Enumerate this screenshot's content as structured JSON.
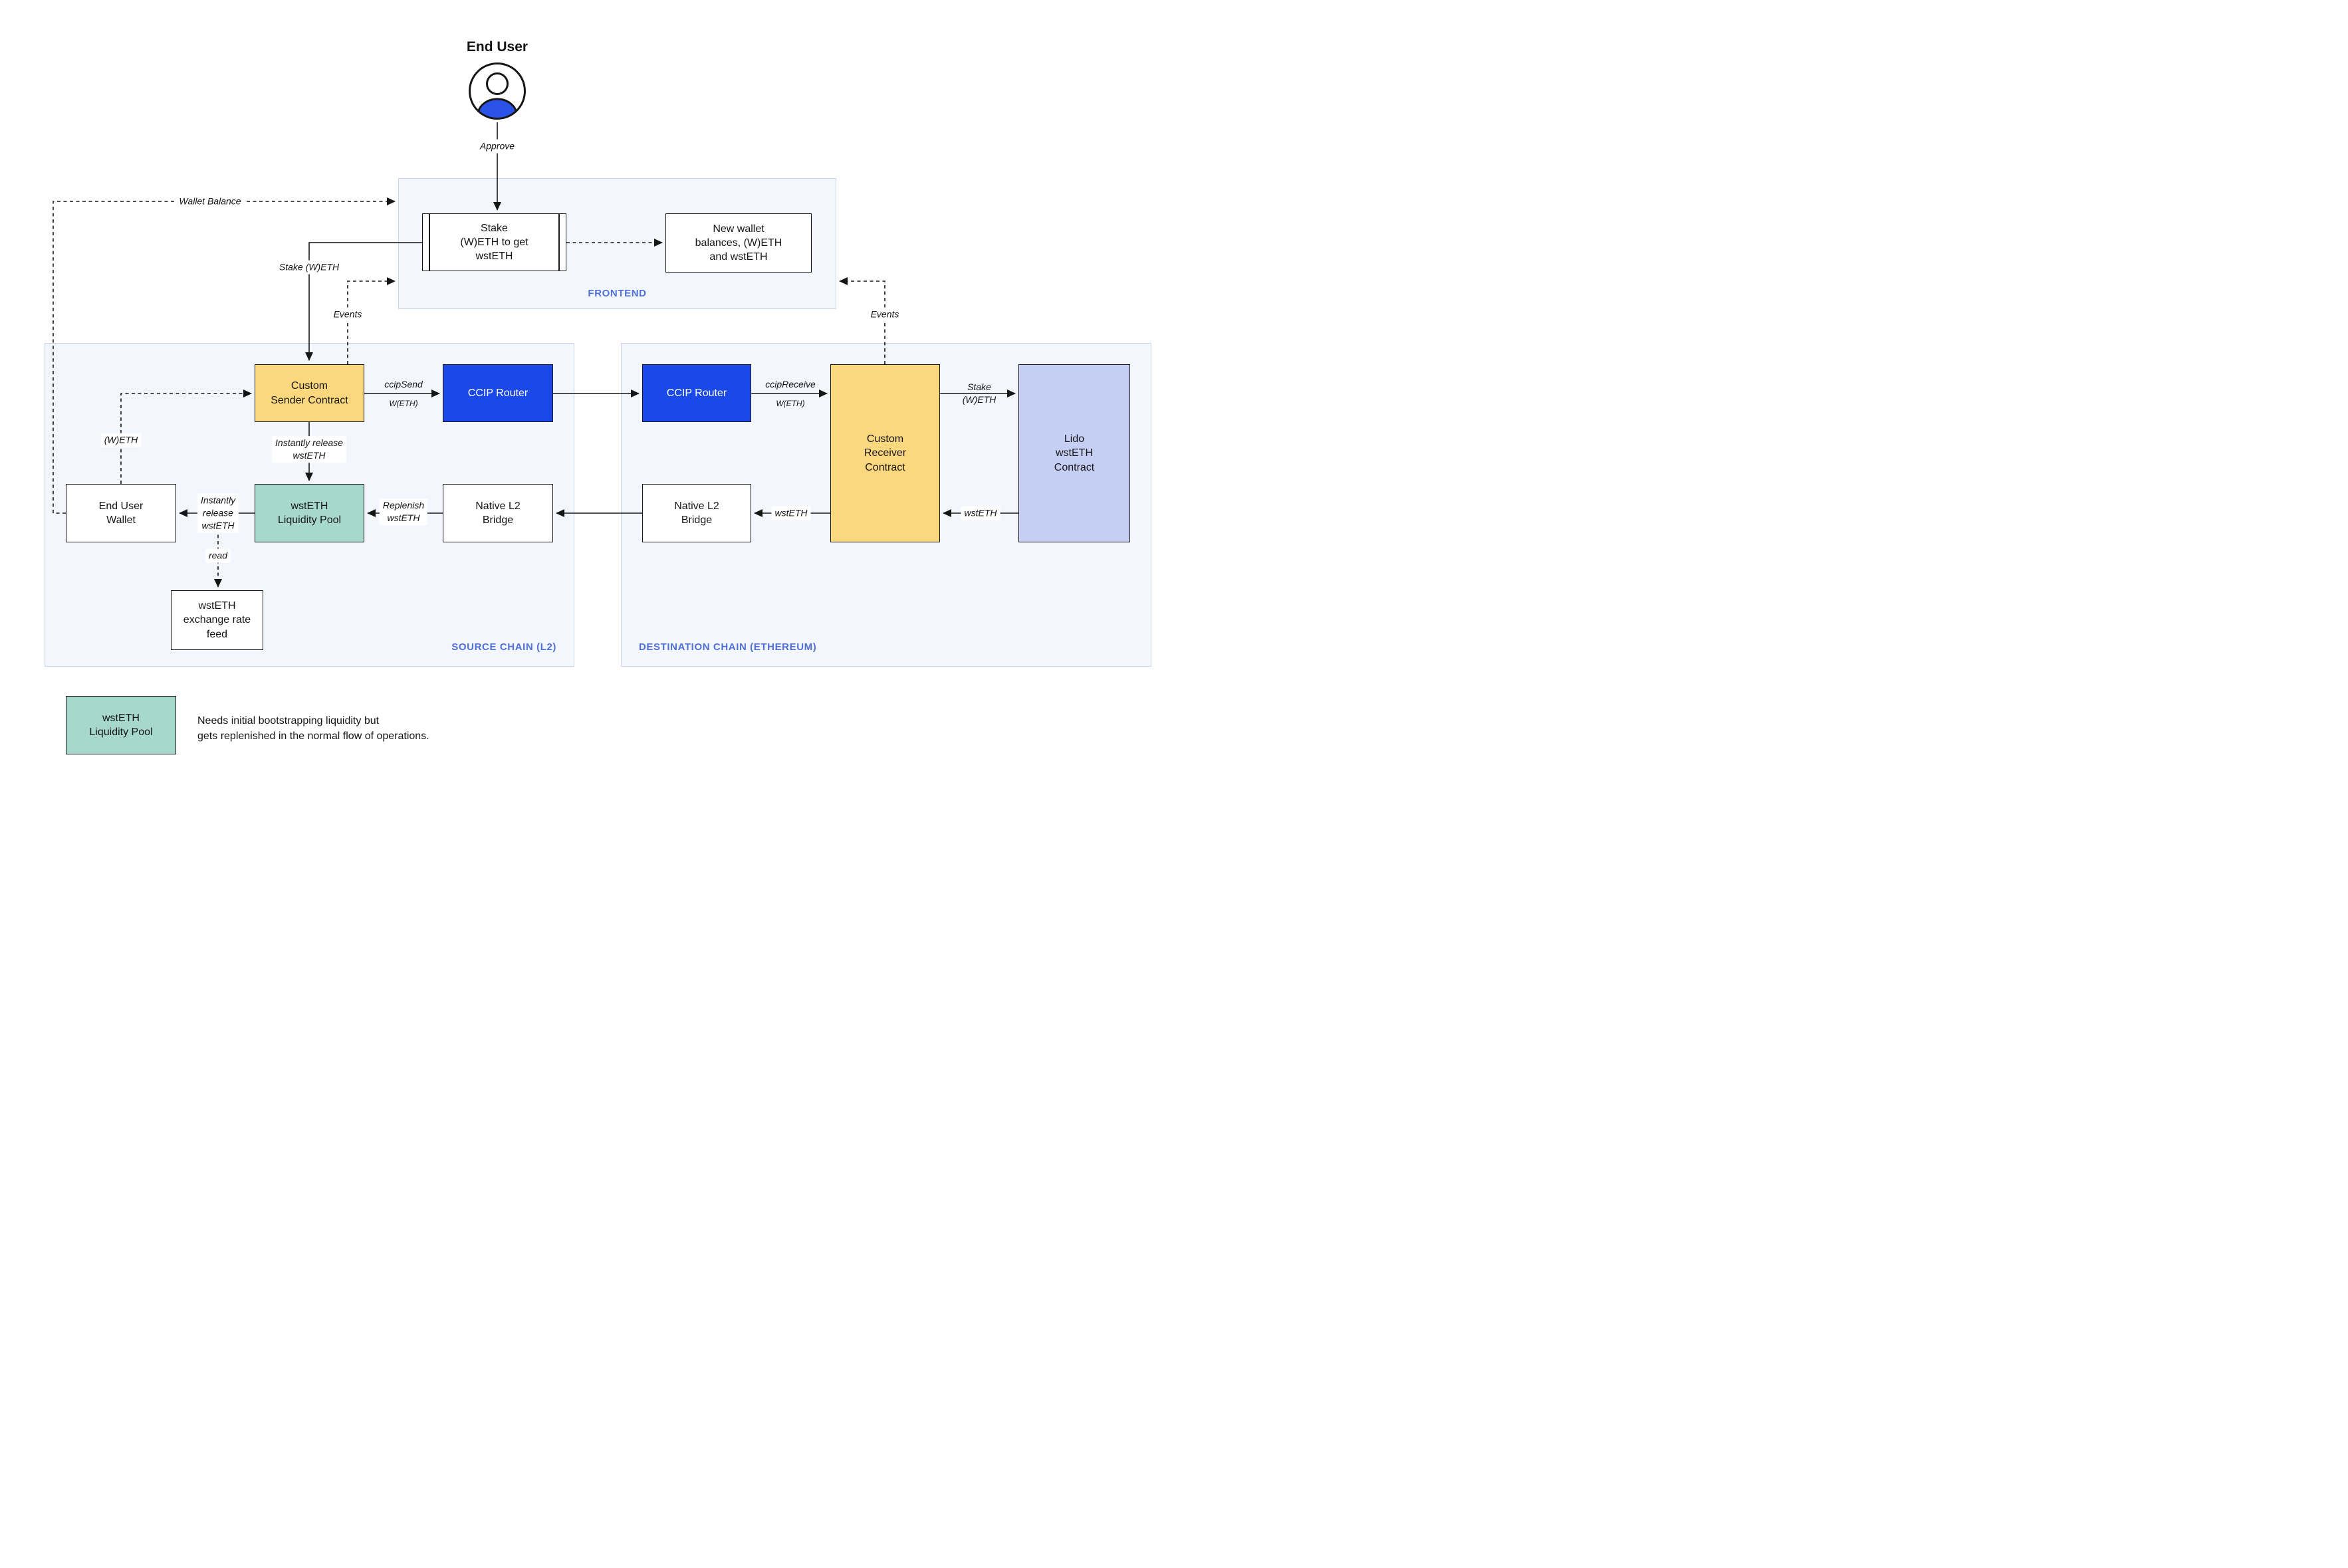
{
  "end_user": {
    "label": "End User",
    "approve": "Approve"
  },
  "frontend": {
    "section_label": "FRONTEND",
    "stake_box": "Stake\n(W)ETH to get\nwstETH",
    "new_wallet_box": "New wallet\nbalances, (W)ETH\nand wstETH"
  },
  "source_chain": {
    "section_label": "SOURCE CHAIN (L2)",
    "custom_sender": "Custom\nSender Contract",
    "ccip_router": "CCIP Router",
    "end_user_wallet": "End User\nWallet",
    "liquidity_pool": "wstETH\nLiquidity Pool",
    "native_bridge": "Native L2\nBridge",
    "exchange_rate_feed": "wstETH\nexchange rate\nfeed"
  },
  "destination_chain": {
    "section_label": "DESTINATION CHAIN (ETHEREUM)",
    "ccip_router": "CCIP Router",
    "custom_receiver": "Custom\nReceiver\nContract",
    "native_bridge": "Native L2\nBridge",
    "lido_contract": "Lido\nwstETH\nContract"
  },
  "flow_labels": {
    "wallet_balance": "Wallet Balance",
    "stake_weth": "Stake (W)ETH",
    "events": "Events",
    "ccip_send": "ccipSend",
    "ccip_send_asset": "W(ETH)",
    "ccip_receive": "ccipReceive",
    "ccip_receive_asset": "W(ETH)",
    "weth": "(W)ETH",
    "instantly_release_vertical": "Instantly release\nwstETH",
    "instantly_release_horizontal": "Instantly\nrelease\nwstETH",
    "replenish_wsteth": "Replenish\nwstETH",
    "read": "read",
    "stake_weth_stacked": "Stake\n(W)ETH",
    "wsteth": "wstETH"
  },
  "legend": {
    "box_label": "wstETH\nLiquidity Pool",
    "description": "Needs initial bootstrapping liquidity but\ngets replenished in the normal flow of operations."
  },
  "colors": {
    "ink": "#161616",
    "yellow": "#FBD77E",
    "blue": "#1B49E8",
    "teal": "#A6D8CC",
    "lavender": "#C5CFF3",
    "section-bg": "#F3F6FC",
    "section-border": "#C9D5EF",
    "accent": "#4F70D6",
    "avatar-blue": "#2B52E8"
  }
}
